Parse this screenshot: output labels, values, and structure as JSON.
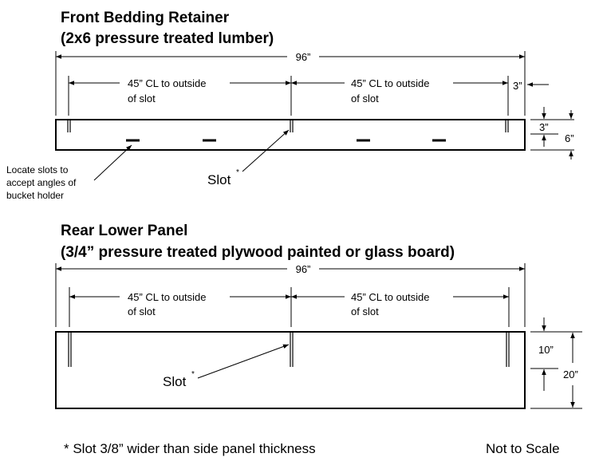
{
  "front_retainer": {
    "title_line1": "Front Bedding Retainer",
    "title_line2": "(2x6 pressure treated lumber)",
    "overall_length": "96”",
    "left_span_line1": "45” CL to outside",
    "left_span_line2": "of slot",
    "right_span_line1": "45” CL to outside",
    "right_span_line2": "of slot",
    "end_offset": "3”",
    "slot_height": "3”",
    "board_height": "6”",
    "slot_note_line1": "Locate slots to",
    "slot_note_line2": "accept angles of",
    "slot_note_line3": "bucket holder",
    "slot_label": "Slot",
    "slot_asterisk": "*"
  },
  "rear_panel": {
    "title_line1": "Rear Lower Panel",
    "title_line2": "(3/4” pressure treated plywood painted or glass board)",
    "overall_length": "96”",
    "left_span_line1": "45” CL to outside",
    "left_span_line2": "of slot",
    "right_span_line1": "45” CL to outside",
    "right_span_line2": "of slot",
    "slot_height": "10”",
    "panel_height": "20”",
    "slot_label": "Slot",
    "slot_asterisk": "*"
  },
  "footer": {
    "slot_footnote": "* Slot 3/8” wider than side panel thickness",
    "scale_note": "Not to Scale"
  }
}
